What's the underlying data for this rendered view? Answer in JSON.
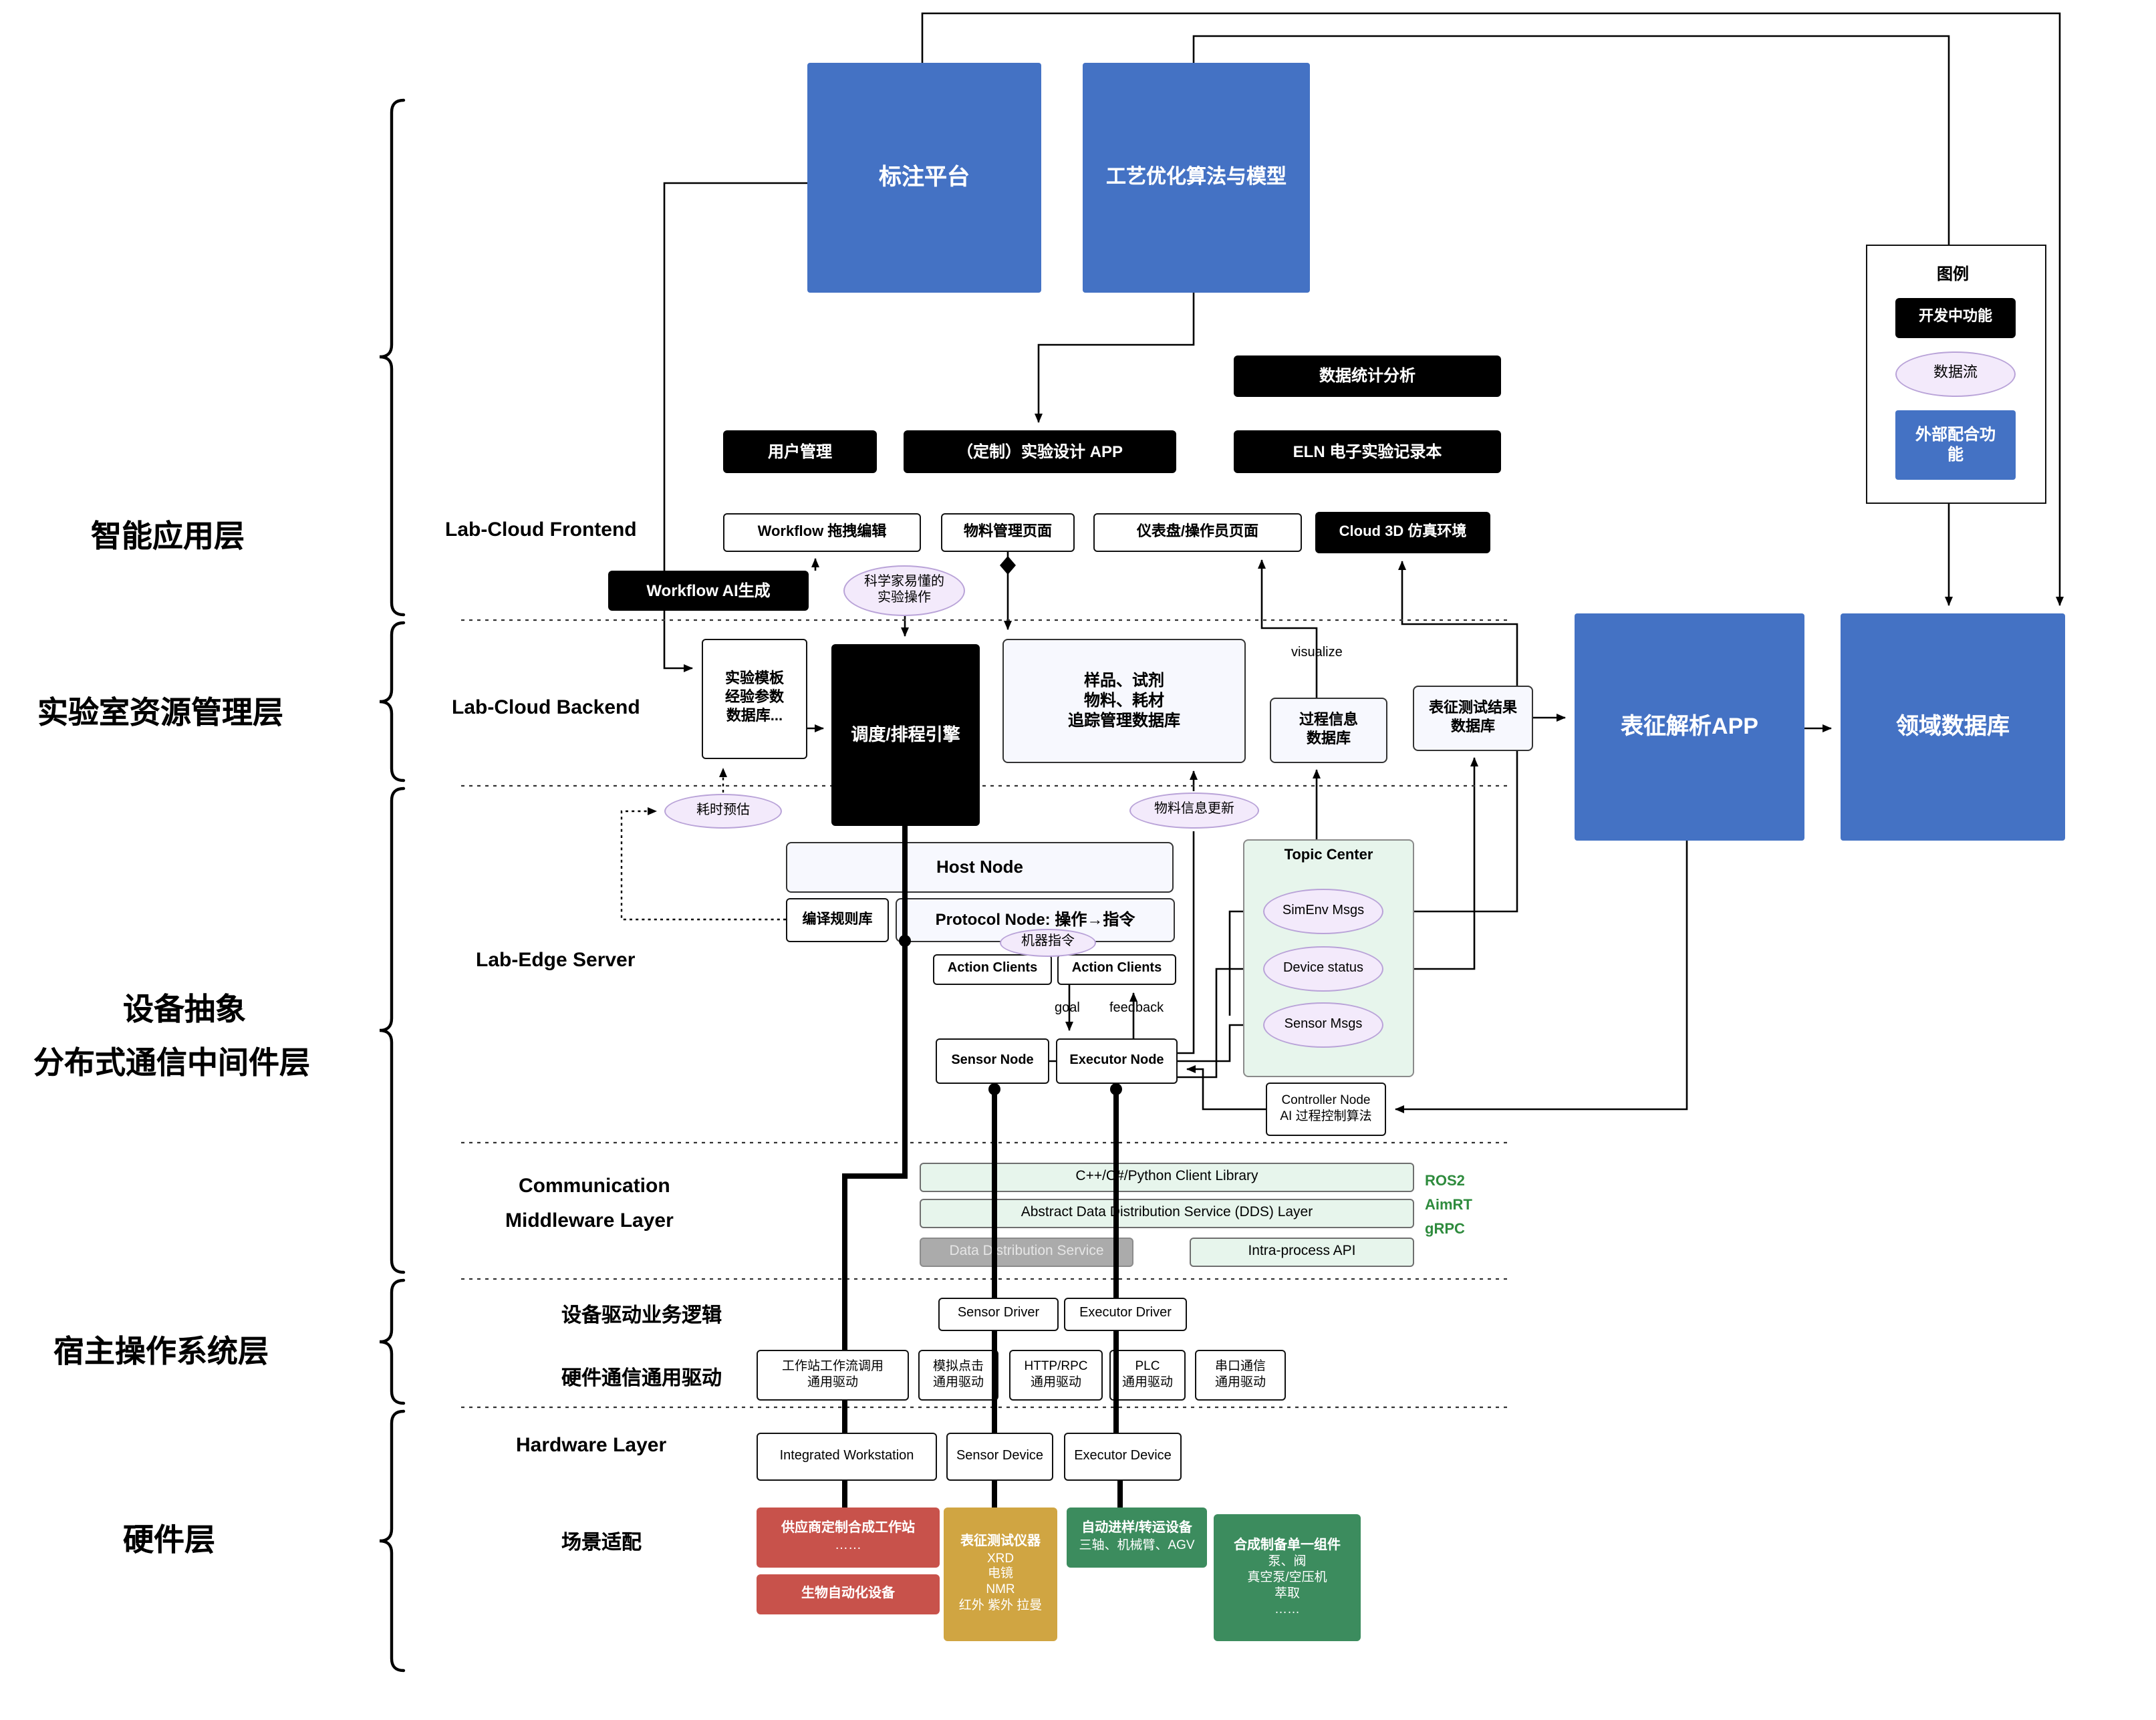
{
  "colors": {
    "accent_blue": "#4472c4",
    "dev_black": "#000000",
    "dataflow_purple": "#f3eafb",
    "topic_green": "#e7f5ec",
    "vendor_red": "#c8524b",
    "instrument_gold": "#d0a542",
    "device_green": "#3c8c5e"
  },
  "legend": {
    "title": "图例",
    "dev": "开发中功能",
    "dataflow": "数据流",
    "external": "外部配合功能"
  },
  "layers": {
    "app": "智能应用层",
    "lab_resource": "实验室资源管理层",
    "abstraction1": "设备抽象",
    "abstraction2": "分布式通信中间件层",
    "host_os": "宿主操作系统层",
    "hardware": "硬件层"
  },
  "sections": {
    "frontend": "Lab-Cloud Frontend",
    "backend": "Lab-Cloud Backend",
    "edge": "Lab-Edge Server",
    "comm1": "Communication",
    "comm2": "Middleware Layer",
    "driver_logic": "设备驱动业务逻辑",
    "hw_driver": "硬件通信通用驱动",
    "hardware": "Hardware Layer",
    "scene": "场景适配"
  },
  "top": {
    "annotation": "标注平台",
    "process_opt": "工艺优化算法与模型"
  },
  "apps": {
    "stats": "数据统计分析",
    "user": "用户管理",
    "custom": "（定制）实验设计 APP",
    "eln": "ELN 电子实验记录本"
  },
  "frontend": {
    "wf_edit": "Workflow 拖拽编辑",
    "material": "物料管理页面",
    "dashboard": "仪表盘/操作员页面",
    "cloud3d": "Cloud 3D 仿真环境",
    "wf_ai": "Workflow AI生成",
    "sci_ops1": "科学家易懂的",
    "sci_ops2": "实验操作"
  },
  "backend": {
    "tpl1": "实验模板",
    "tpl2": "经验参数",
    "tpl3": "数据库...",
    "scheduler": "调度/排程引擎",
    "sample1": "样品、试剂",
    "sample2": "物料、耗材",
    "sample3": "追踪管理数据库",
    "proc1": "过程信息",
    "proc2": "数据库",
    "charres1": "表征测试结果",
    "charres2": "数据库",
    "char_app": "表征解析APP",
    "domain_db": "领域数据库",
    "visualize": "visualize",
    "time_est": "耗时预估",
    "material_upd": "物料信息更新"
  },
  "edge": {
    "host": "Host Node",
    "rules": "编译规则库",
    "protocol": "Protocol Node: 操作→指令",
    "machine_cmd": "机器指令",
    "ac1": "Action Clients",
    "ac2": "Action Clients",
    "goal": "goal",
    "feedback": "feedback",
    "sensor": "Sensor Node",
    "executor": "Executor Node",
    "topic": "Topic Center",
    "simenv": "SimEnv Msgs",
    "devstat": "Device status",
    "sensormsg": "Sensor Msgs",
    "ctrl1": "Controller Node",
    "ctrl2": "AI 过程控制算法"
  },
  "middleware": {
    "client": "C++/C#/Python Client Library",
    "dds_abs": "Abstract Data Distribution Service (DDS) Layer",
    "dds": "Data Distribution Service",
    "intra": "Intra-process API",
    "stack1": "ROS2",
    "stack2": "AimRT",
    "stack3": "gRPC"
  },
  "hostos": {
    "sdrv": "Sensor Driver",
    "edrv": "Executor Driver",
    "d1a": "工作站工作流调用",
    "d1b": "通用驱动",
    "d2a": "模拟点击",
    "d2b": "通用驱动",
    "d3a": "HTTP/RPC",
    "d3b": "通用驱动",
    "d4a": "PLC",
    "d4b": "通用驱动",
    "d5a": "串口通信",
    "d5b": "通用驱动"
  },
  "hardware": {
    "ws": "Integrated Workstation",
    "sdev": "Sensor Device",
    "edev": "Executor Device"
  },
  "scenario": {
    "vendor1": "供应商定制合成工作站",
    "vendor2": "……",
    "bio": "生物自动化设备",
    "chart": "表征测试仪器",
    "charl1": "XRD",
    "charl2": "电镜",
    "charl3": "NMR",
    "charl4": "红外 紫外 拉曼",
    "trans1": "自动进样/转运设备",
    "trans2": "三轴、机械臂、AGV",
    "syn1": "合成制备单一组件",
    "syn2": "泵、阀",
    "syn3": "真空泵/空压机",
    "syn4": "萃取",
    "syn5": "……"
  }
}
